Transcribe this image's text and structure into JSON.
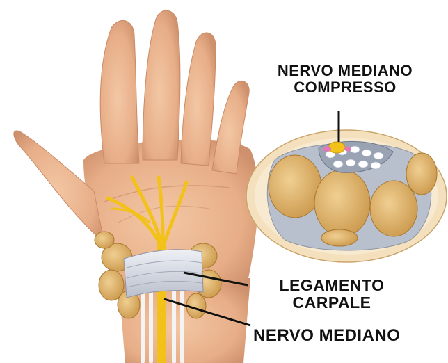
{
  "labels": {
    "compressed_nerve": {
      "line1": "NERVO MEDIANO",
      "line2": "COMPRESSO"
    },
    "carpal_ligament": {
      "line1": "LEGAMENTO",
      "line2": "CARPALE"
    },
    "median_nerve": "NERVO MEDIANO"
  },
  "colors": {
    "skin": "#e9b48f",
    "skin_shadow": "#c98a66",
    "nerve": "#f2c21a",
    "bone": "#e7c07a",
    "ligament": "#d9dde6",
    "tendon": "#f3f3f3",
    "cross_section_bg": "#f6e6c8"
  }
}
